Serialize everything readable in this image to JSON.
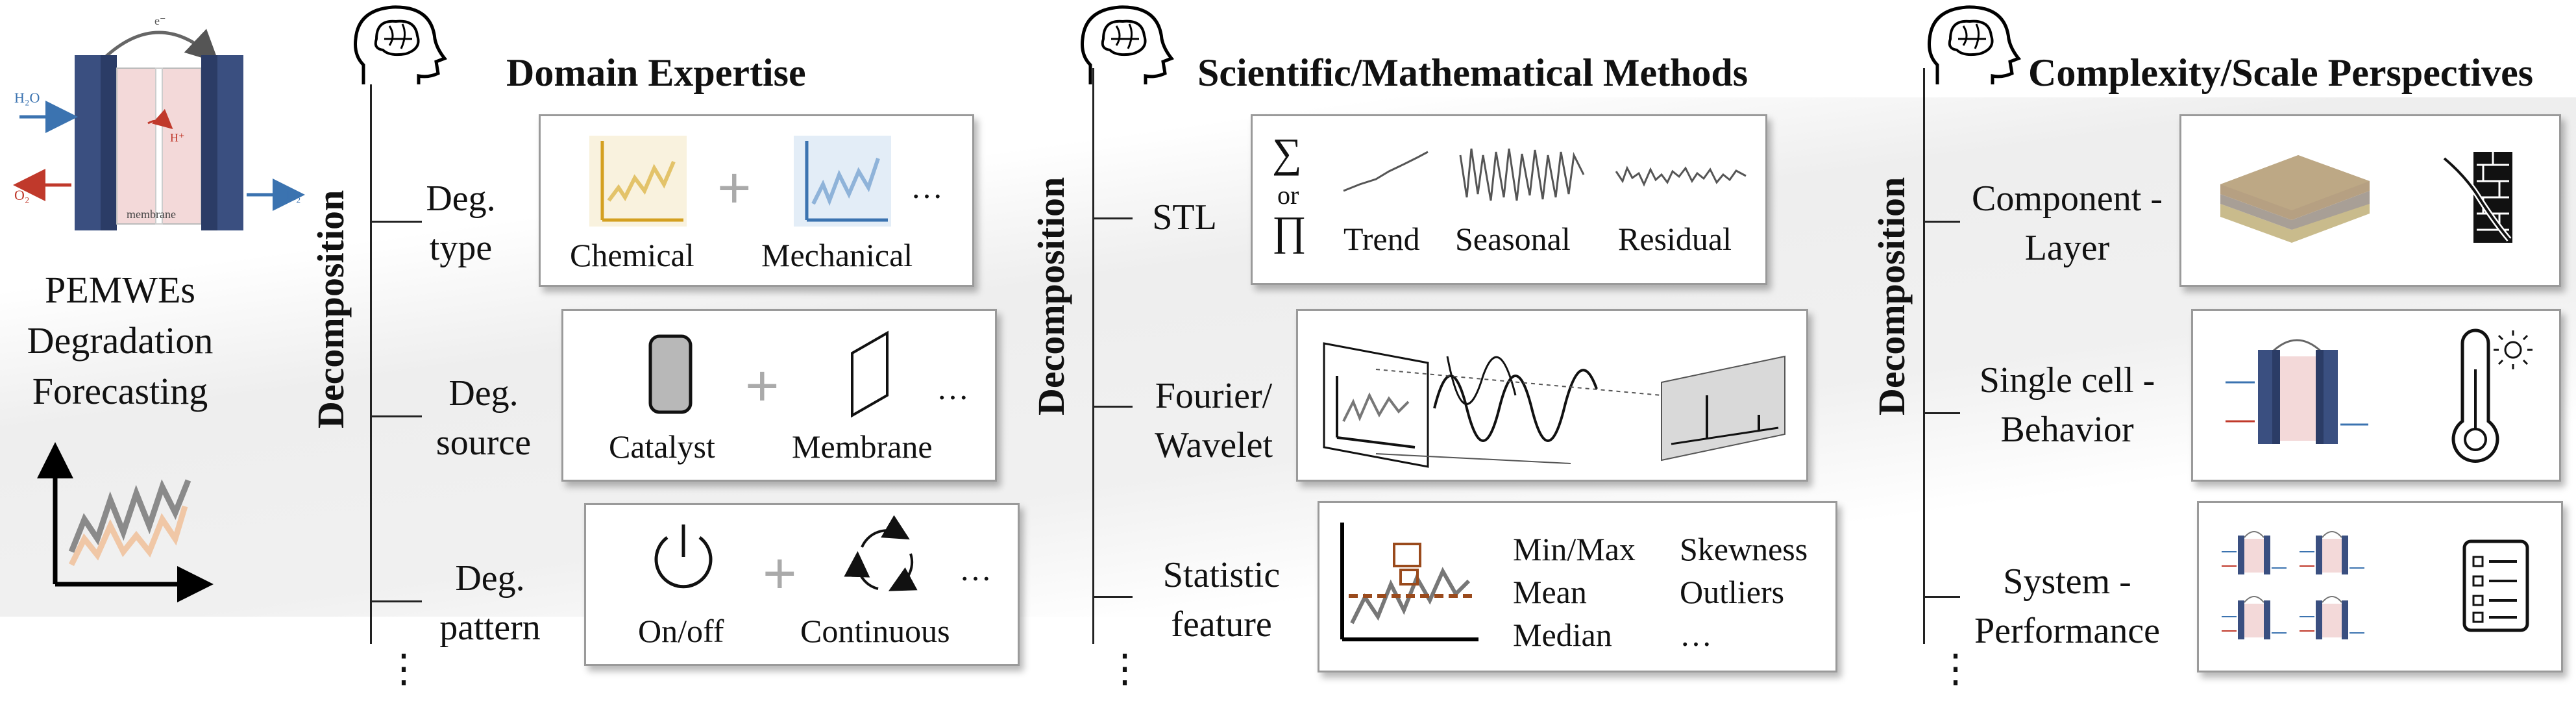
{
  "left": {
    "cell_labels": {
      "water": "H₂O",
      "oxygen": "O₂",
      "hydrogen": "H₂",
      "membrane": "membrane",
      "proton": "H⁺",
      "electron": "e⁻"
    },
    "title_lines": [
      "PEMWEs",
      "Degradation",
      "Forecasting"
    ]
  },
  "columns": [
    {
      "title": "Domain Expertise",
      "axis_label": "Decomposition",
      "rows": [
        {
          "label_lines": [
            "Deg.",
            "type"
          ],
          "items": [
            "Chemical",
            "Mechanical"
          ],
          "ellipsis": "…"
        },
        {
          "label_lines": [
            "Deg.",
            "source"
          ],
          "items": [
            "Catalyst",
            "Membrane"
          ],
          "ellipsis": "…"
        },
        {
          "label_lines": [
            "Deg.",
            "pattern"
          ],
          "items": [
            "On/off",
            "Continuous"
          ],
          "ellipsis": "…"
        }
      ],
      "more": "⋮"
    },
    {
      "title": "Scientific/Mathematical Methods",
      "axis_label": "Decomposition",
      "rows": [
        {
          "label_lines": [
            "STL"
          ],
          "symbols": [
            "∑",
            "or",
            "∏"
          ],
          "items": [
            "Trend",
            "Seasonal",
            "Residual"
          ]
        },
        {
          "label_lines": [
            "Fourier/",
            "Wavelet"
          ]
        },
        {
          "label_lines": [
            "Statistic",
            "feature"
          ],
          "features": [
            "Min/Max",
            "Mean",
            "Median",
            "Skewness",
            "Outliers",
            "…"
          ]
        }
      ],
      "more": "⋮"
    },
    {
      "title": "Complexity/Scale Perspectives",
      "axis_label": "Decomposition",
      "rows": [
        {
          "label_lines": [
            "Component -",
            "Layer"
          ]
        },
        {
          "label_lines": [
            "Single cell -",
            "Behavior"
          ]
        },
        {
          "label_lines": [
            "System -",
            "Performance"
          ]
        }
      ],
      "more": "⋮"
    }
  ],
  "colors": {
    "chemical": "#d4a020",
    "mechanical": "#3b73b0",
    "cell_blue": "#2f4f86",
    "oxygen_red": "#c0392b",
    "statistic_brown": "#9a4a1c",
    "catalyst_gray": "#b8b8b8"
  }
}
